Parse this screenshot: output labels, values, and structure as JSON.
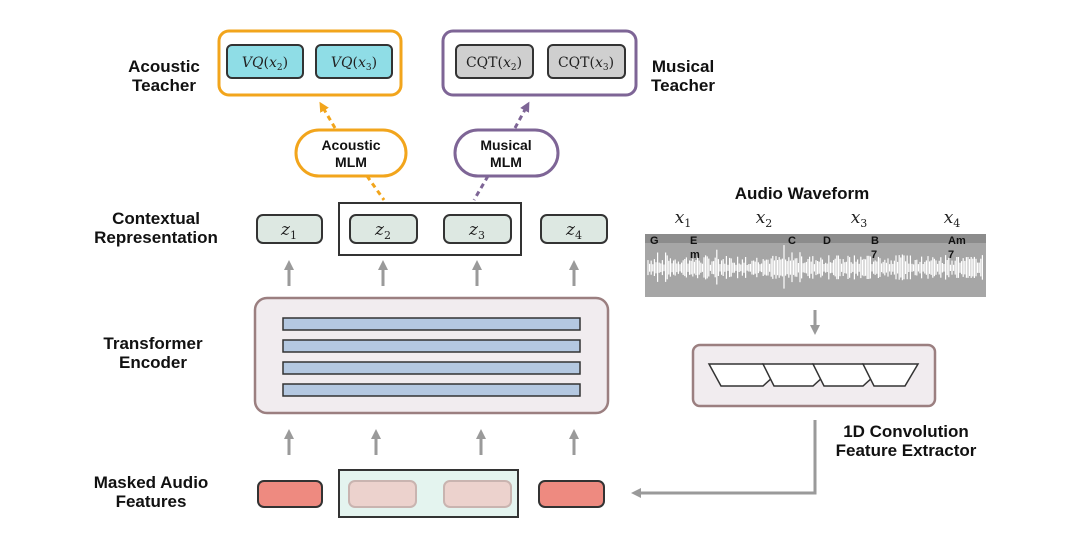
{
  "labels": {
    "acoustic_teacher": [
      "Acoustic",
      "Teacher"
    ],
    "musical_teacher": [
      "Musical",
      "Teacher"
    ],
    "contextual_representation": [
      "Contextual",
      "Representation"
    ],
    "transformer_encoder": [
      "Transformer",
      "Encoder"
    ],
    "masked_audio_features": [
      "Masked Audio",
      "Features"
    ],
    "audio_waveform": "Audio Waveform",
    "conv_extractor": [
      "1D Convolution",
      "Feature Extractor"
    ]
  },
  "acoustic_teacher_tokens": [
    {
      "fn": "VQ",
      "arg": "x",
      "sub": "2"
    },
    {
      "fn": "VQ",
      "arg": "x",
      "sub": "3"
    }
  ],
  "musical_teacher_tokens": [
    {
      "fn": "CQT",
      "arg": "x",
      "sub": "2"
    },
    {
      "fn": "CQT",
      "arg": "x",
      "sub": "3"
    }
  ],
  "mlm_bubbles": {
    "acoustic": [
      "Acoustic",
      "MLM"
    ],
    "musical": [
      "Musical",
      "MLM"
    ]
  },
  "z_tokens": [
    {
      "var": "z",
      "sub": "1"
    },
    {
      "var": "z",
      "sub": "2"
    },
    {
      "var": "z",
      "sub": "3"
    },
    {
      "var": "z",
      "sub": "4"
    }
  ],
  "waveform_segments": [
    {
      "var": "x",
      "sub": "1"
    },
    {
      "var": "x",
      "sub": "2"
    },
    {
      "var": "x",
      "sub": "3"
    },
    {
      "var": "x",
      "sub": "4"
    }
  ],
  "chords": [
    {
      "root": "G",
      "suffix": ""
    },
    {
      "root": "E",
      "suffix": "m"
    },
    {
      "root": "C",
      "suffix": ""
    },
    {
      "root": "D",
      "suffix": ""
    },
    {
      "root": "B",
      "suffix": "7"
    },
    {
      "root": "Am",
      "suffix": "7"
    }
  ],
  "colors": {
    "acoustic": "#f2a51c",
    "musical": "#7e6596",
    "vq_fill": "#8fdde6",
    "cqt_fill": "#cfcfcf",
    "z_fill": "#dde8e2",
    "encoder_fill": "#f1ecef",
    "encoder_bar": "#b4c8e1",
    "masked_feature": "#ee8a80",
    "masked_group_fill": "#e4f4ef",
    "arrow_gray": "#9a9a9a",
    "waveform_bg": "#a6a6a6"
  }
}
